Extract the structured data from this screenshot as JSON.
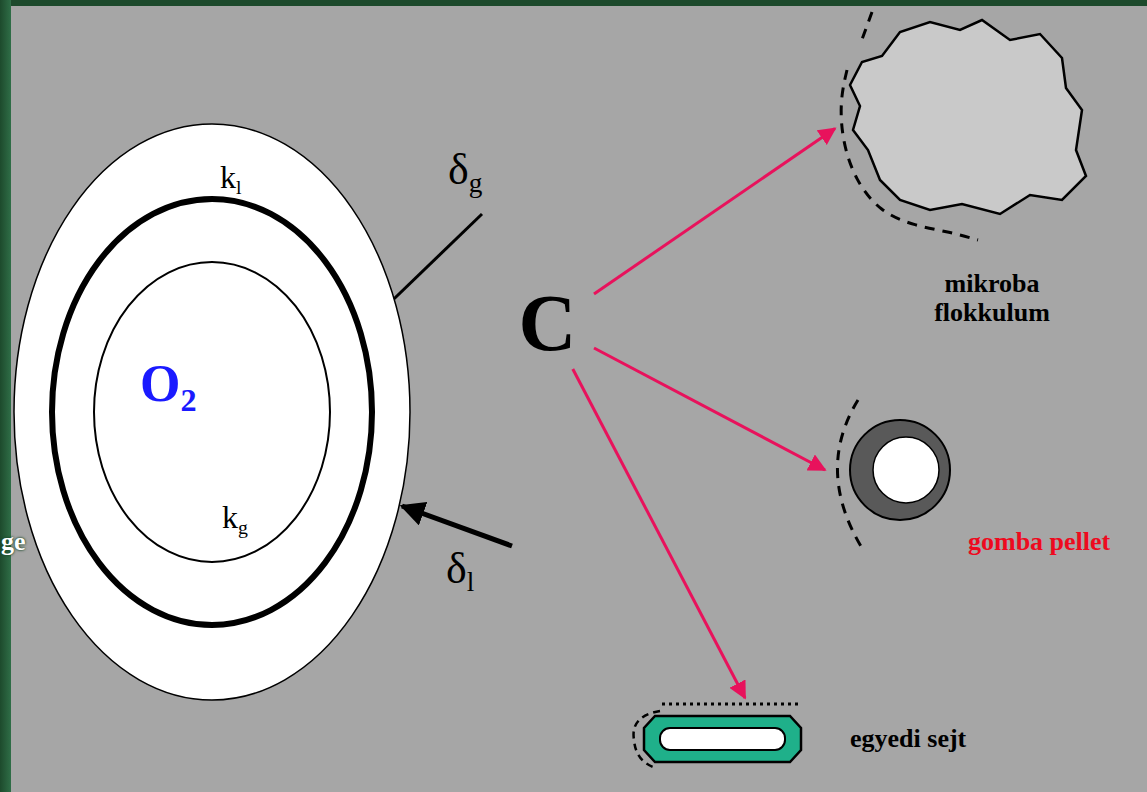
{
  "diagram": {
    "nodes": [
      {
        "text": [
          "kl",
          "O2",
          "kg"
        ]
      },
      {
        "text": [
          "C"
        ]
      },
      {
        "text": [
          "mikroba flokkulum"
        ]
      },
      {
        "text": [
          "gomba pellet"
        ]
      },
      {
        "text": [
          "egyedi sejt"
        ]
      }
    ],
    "edges": [
      {
        "from": 1,
        "to": 2,
        "arrow": "to"
      },
      {
        "from": 1,
        "to": 3,
        "arrow": "to"
      },
      {
        "from": 1,
        "to": 4,
        "arrow": "to"
      }
    ],
    "labels": [
      "δg",
      "δl",
      "ge"
    ]
  }
}
